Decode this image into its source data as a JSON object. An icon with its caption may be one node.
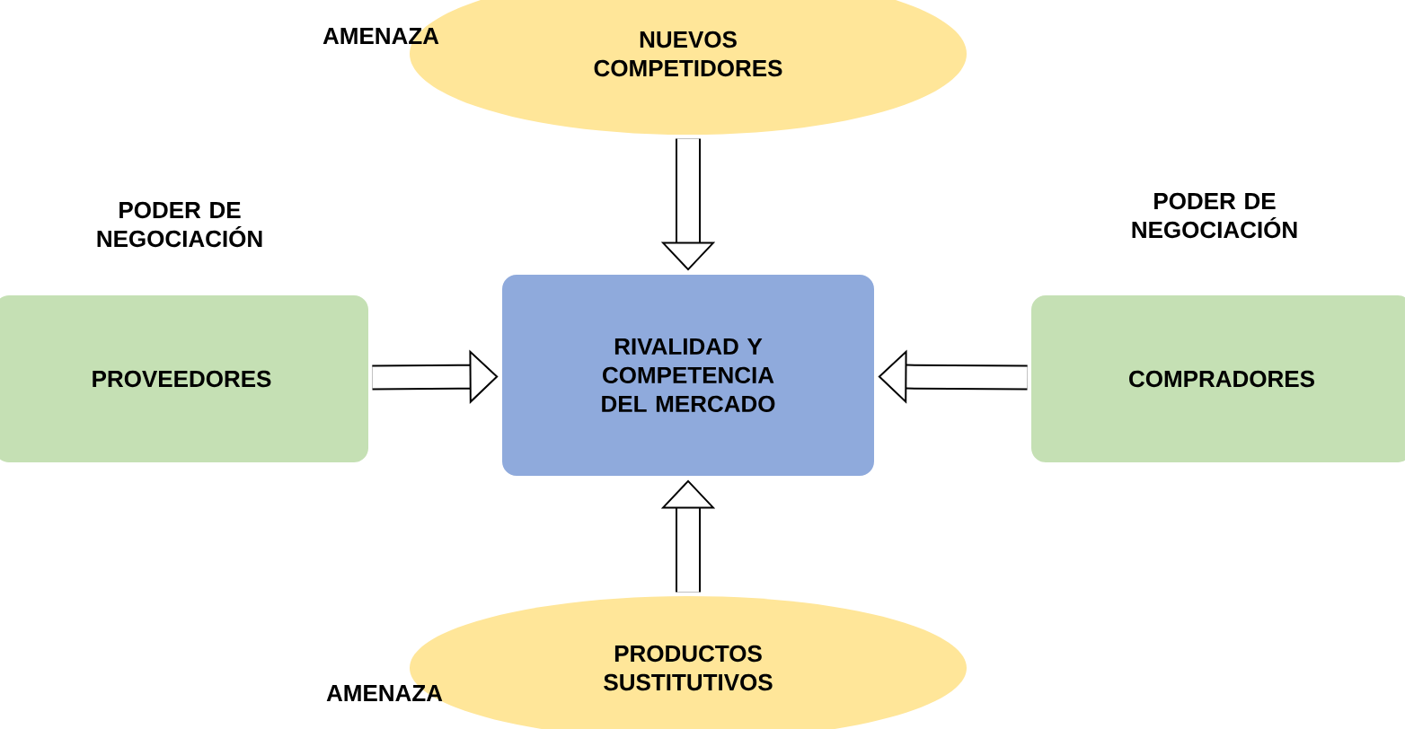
{
  "diagram": {
    "nodes": [
      {
        "text": [
          "RIVALIDAD Y COMPETENCIA DEL MERCADO"
        ]
      },
      {
        "text": [
          "NUEVOS COMPETIDORES"
        ],
        "beside": [
          "AMENAZA"
        ]
      },
      {
        "text": [
          "PROVEEDORES"
        ],
        "beside": [
          "PODER DE NEGOCIACIÓN"
        ]
      },
      {
        "text": [
          "COMPRADORES"
        ],
        "beside": [
          "PODER DE NEGOCIACIÓN"
        ]
      },
      {
        "text": [
          "PRODUCTOS SUSTITUTIVOS"
        ],
        "beside": [
          "AMENAZA"
        ]
      }
    ],
    "edges": [
      {
        "from": 1,
        "to": 0,
        "arrow": "to"
      },
      {
        "from": 2,
        "to": 0,
        "arrow": "to"
      },
      {
        "from": 3,
        "to": 0,
        "arrow": "to"
      },
      {
        "from": 4,
        "to": 0,
        "arrow": "to"
      }
    ]
  }
}
